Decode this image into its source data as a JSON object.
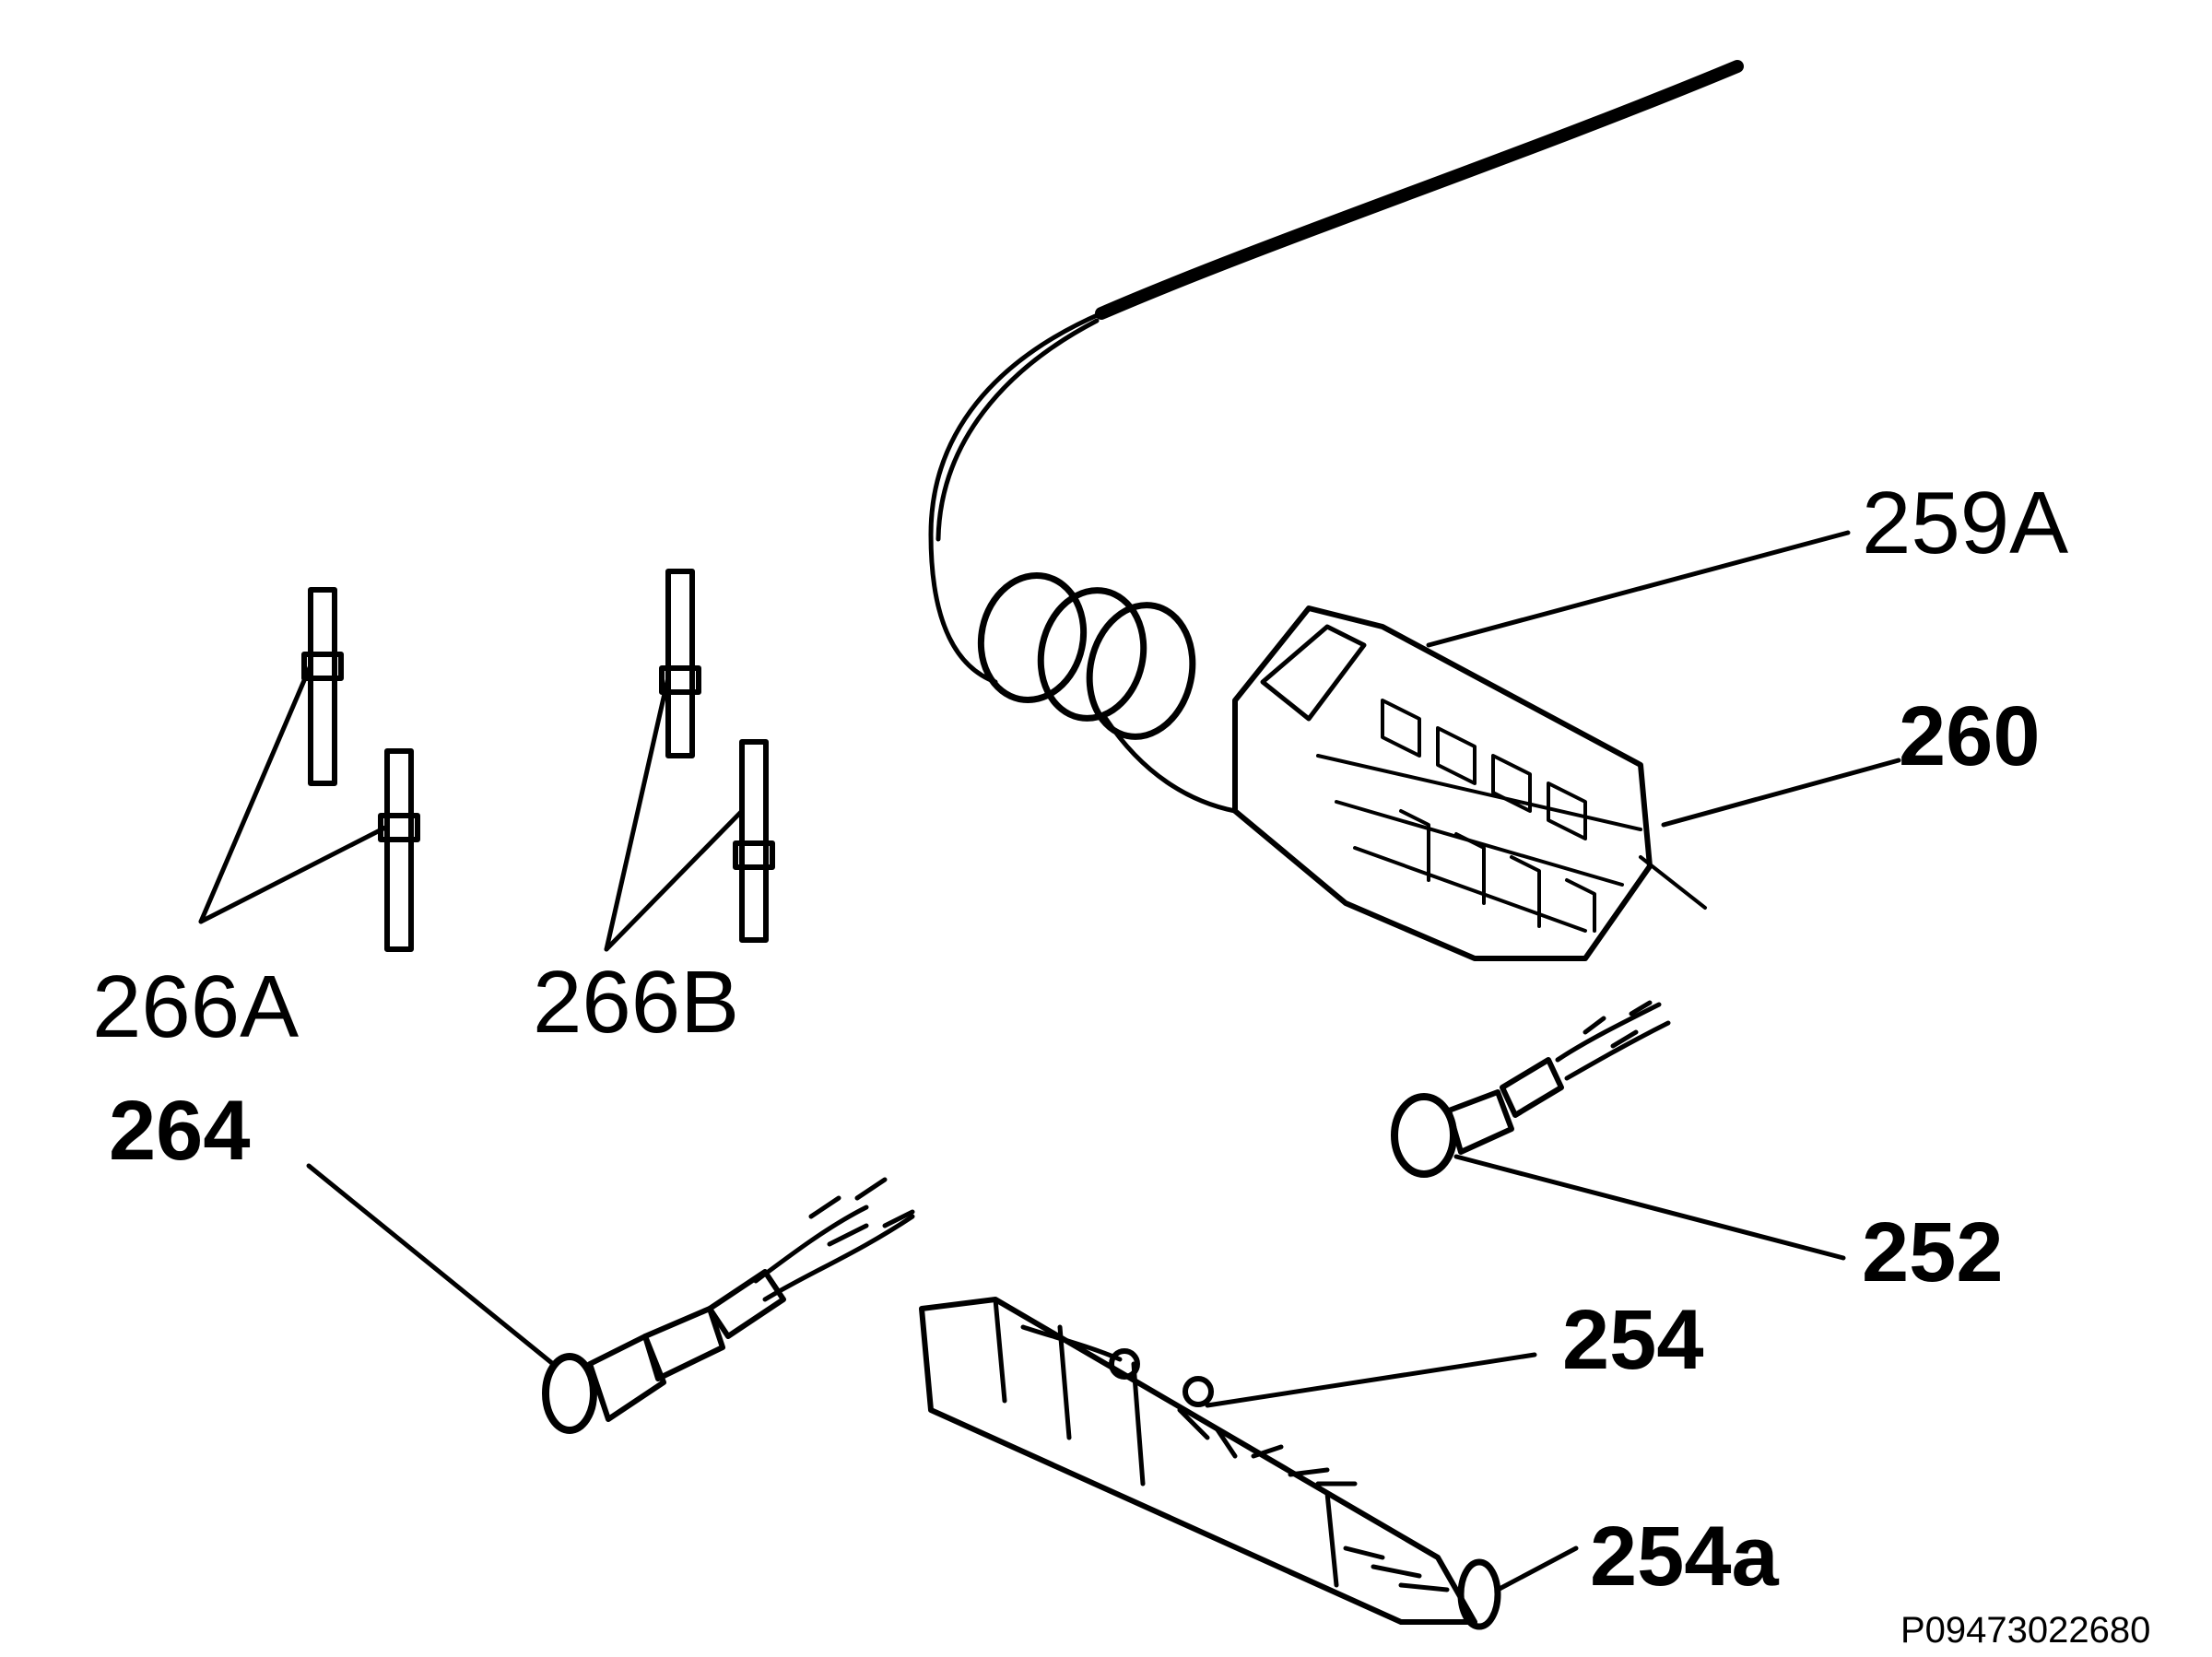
{
  "labels": {
    "p259A": "259A",
    "p260": "260",
    "p266A": "266A",
    "p266B": "266B",
    "p264": "264",
    "p252": "252",
    "p254": "254",
    "p254a": "254a"
  },
  "drawing_code": "P09473022680"
}
